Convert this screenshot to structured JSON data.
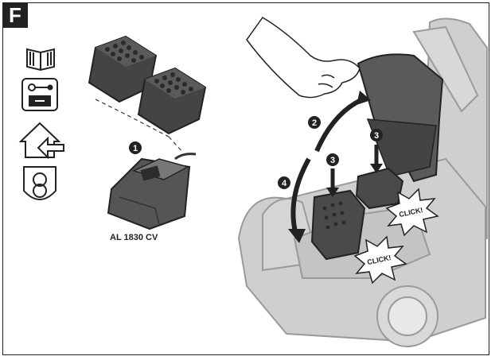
{
  "figure": {
    "letter": "F"
  },
  "charger": {
    "model": "AL 1830 CV"
  },
  "steps": {
    "s1": "1",
    "s2": "2",
    "s3": "3",
    "s4": "4"
  },
  "clicks": {
    "a": "CLICK!",
    "b": "CLICK!"
  },
  "icons": [
    "manual-book-icon",
    "battery-key-removal-icon",
    "indoor-house-icon",
    "safety-transformer-icon"
  ],
  "colors": {
    "lawnmower": "#cfcfcf",
    "battery": "#555555",
    "outline": "#222222",
    "badge": "#222222"
  }
}
